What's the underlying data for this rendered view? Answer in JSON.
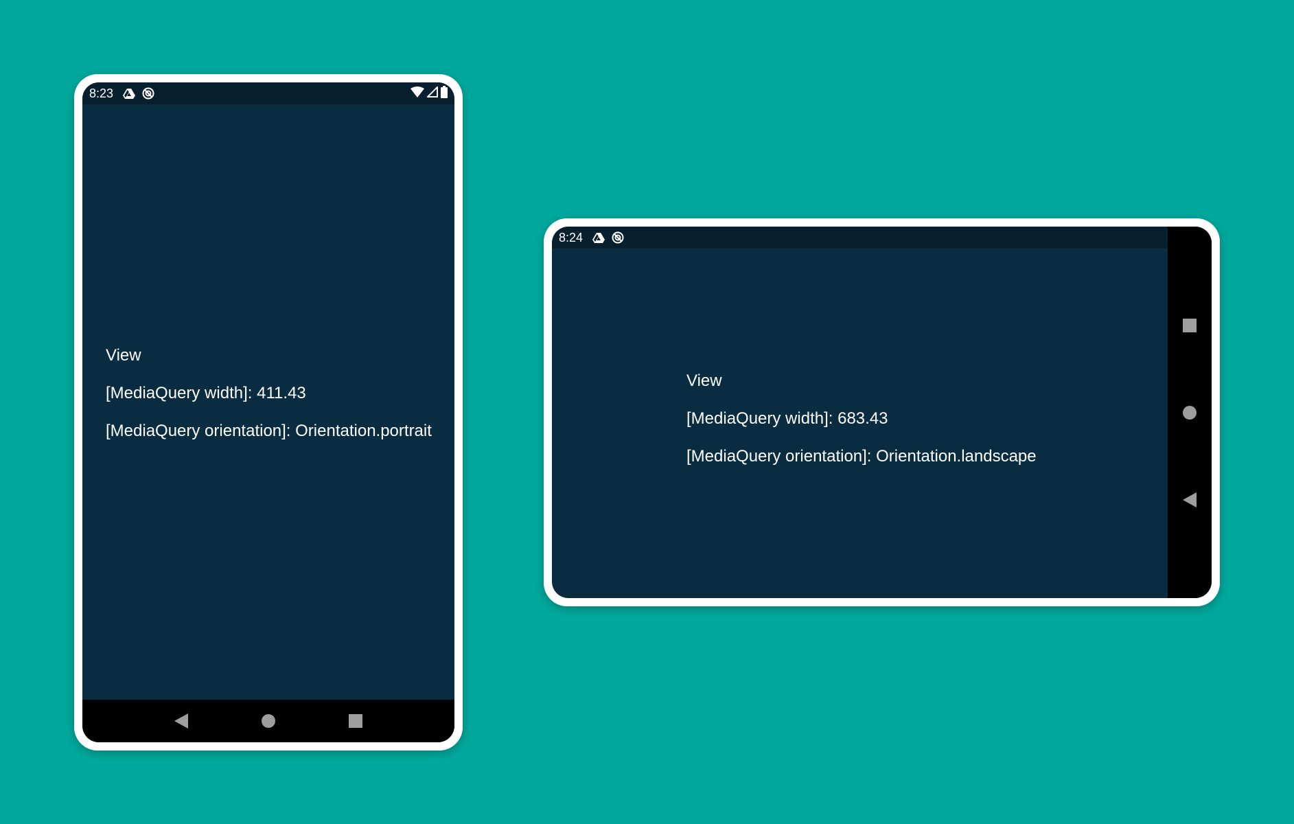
{
  "devices": {
    "portrait": {
      "status_time": "8:23",
      "lines": [
        "View",
        "[MediaQuery width]: 411.43",
        "[MediaQuery orientation]: Orientation.portrait"
      ],
      "nav_buttons": [
        "back-icon",
        "home-icon",
        "recents-icon"
      ]
    },
    "landscape": {
      "status_time": "8:24",
      "lines": [
        "View",
        "[MediaQuery width]: 683.43",
        "[MediaQuery orientation]: Orientation.landscape"
      ],
      "nav_buttons": [
        "recents-icon",
        "home-icon",
        "back-icon"
      ]
    }
  },
  "colors": {
    "background": "#02a89d",
    "frame": "#ffffff",
    "screen": "#0a2c41",
    "status_bar": "#081f2e",
    "nav_bar": "#000000",
    "nav_icon": "#9e9e9e",
    "text": "#ffffff"
  },
  "status_icons": [
    "drive-icon",
    "sync-icon",
    "wifi-icon",
    "signal-icon",
    "battery-icon"
  ]
}
